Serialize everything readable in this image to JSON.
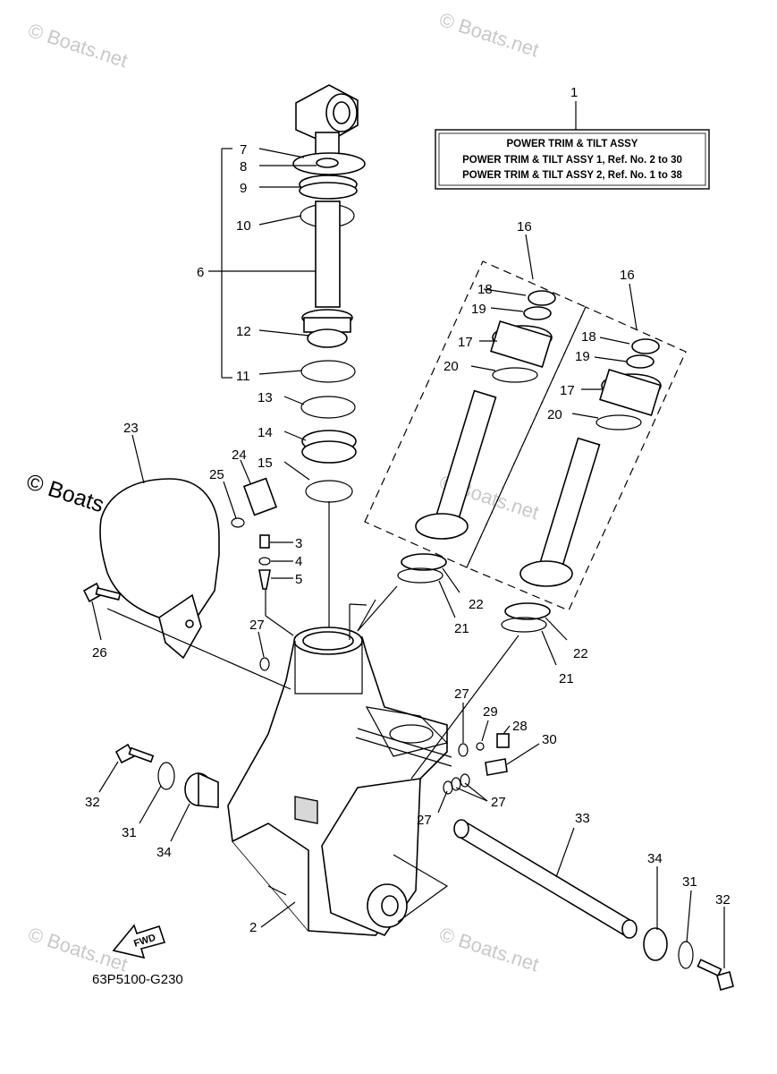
{
  "legend": {
    "number": "1",
    "title": "POWER TRIM & TILT ASSY",
    "line1": "POWER TRIM & TILT ASSY 1,  Ref. No. 2 to 30",
    "line2": "POWER TRIM & TILT ASSY 2,  Ref. No. 1 to 38"
  },
  "diagram_code": "63P5100-G230",
  "fwd_label": "FWD",
  "watermarks": {
    "small": "© Boats.net",
    "large": "© Boats.net"
  },
  "callouts": [
    "2",
    "3",
    "4",
    "5",
    "6",
    "7",
    "8",
    "9",
    "10",
    "11",
    "12",
    "13",
    "14",
    "15",
    "16",
    "16",
    "17",
    "17",
    "18",
    "18",
    "19",
    "19",
    "20",
    "20",
    "21",
    "21",
    "22",
    "22",
    "23",
    "24",
    "25",
    "26",
    "27",
    "27",
    "27",
    "27",
    "28",
    "29",
    "30",
    "31",
    "31",
    "32",
    "32",
    "33",
    "34",
    "34"
  ]
}
